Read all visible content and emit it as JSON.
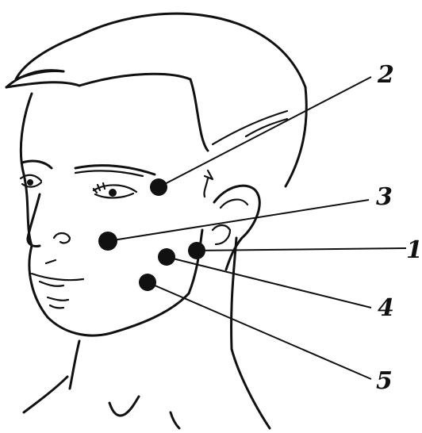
{
  "colors": {
    "ink": "#111111",
    "paper": "#ffffff"
  },
  "points": [
    {
      "id": "p1",
      "number": "1"
    },
    {
      "id": "p2",
      "number": "2"
    },
    {
      "id": "p3",
      "number": "3"
    },
    {
      "id": "p4",
      "number": "4"
    },
    {
      "id": "p5",
      "number": "5"
    }
  ]
}
